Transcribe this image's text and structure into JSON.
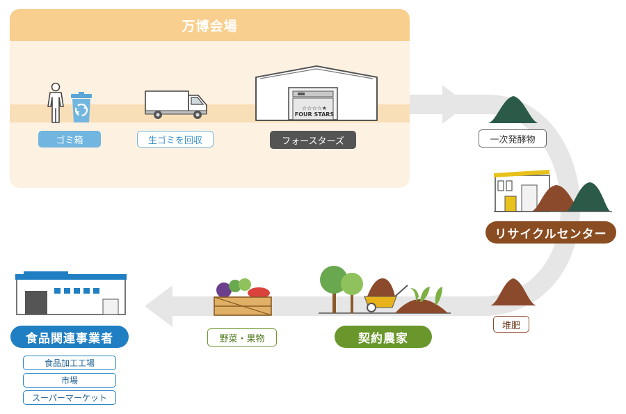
{
  "venue": {
    "title": "万博会場"
  },
  "flow": {
    "trash_bin": "ゴミ箱",
    "collect": "生ゴミを回収",
    "facility": "フォースターズ",
    "facility_sign": "FOUR STARS",
    "facility_stars": "☆☆☆☆★",
    "primary_ferment": "一次発酵物",
    "recycle_center": "リサイクルセンター",
    "compost": "堆肥",
    "farmers": "契約農家",
    "produce": "野菜・果物",
    "food_business": "食品関連事業者"
  },
  "outlets": [
    "食品加工工場",
    "市場",
    "スーパーマーケット"
  ],
  "colors": {
    "venue_bg": "#fdf1e1",
    "venue_header": "#f8cf8e",
    "bin_blue": "#72b6e0",
    "dark_gray": "#545454",
    "recycle_brown": "#8a4d22",
    "farm_green": "#69972b",
    "food_blue": "#1f7fc2",
    "ferment_green": "#2b5a48",
    "compost_brown": "#8b4a2b"
  }
}
